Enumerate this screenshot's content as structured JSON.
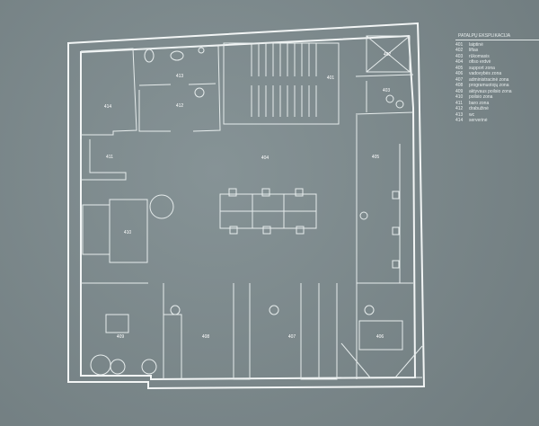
{
  "legend": {
    "title": "PATALPŲ EKSPLIKACIJA",
    "items": [
      {
        "no": "401",
        "name": "laiptinė"
      },
      {
        "no": "402",
        "name": "liftas"
      },
      {
        "no": "403",
        "name": "rūkomasis"
      },
      {
        "no": "404",
        "name": "ofiso erdvė"
      },
      {
        "no": "405",
        "name": "support zona"
      },
      {
        "no": "406",
        "name": "vadovybės zona"
      },
      {
        "no": "407",
        "name": "administracinė zona"
      },
      {
        "no": "408",
        "name": "programuotojų zona"
      },
      {
        "no": "409",
        "name": "aktyvaus poilsio zona"
      },
      {
        "no": "410",
        "name": "poilsio zona"
      },
      {
        "no": "411",
        "name": "baro zona"
      },
      {
        "no": "412",
        "name": "drabužinė"
      },
      {
        "no": "413",
        "name": "wc"
      },
      {
        "no": "414",
        "name": "serverinė"
      }
    ]
  },
  "rooms": {
    "r401": "401",
    "r402": "402",
    "r403": "403",
    "r404": "404",
    "r405": "405",
    "r406": "406",
    "r407": "407",
    "r408": "408",
    "r409": "409",
    "r410": "410",
    "r411": "411",
    "r412": "412",
    "r413": "413",
    "r414": "414"
  }
}
